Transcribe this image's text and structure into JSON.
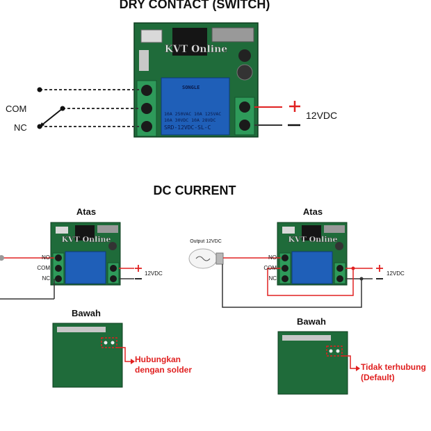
{
  "titles": {
    "dry_contact": "DRY CONTACT (SWITCH)",
    "dc_current": "DC CURRENT"
  },
  "top": {
    "com_label": "COM",
    "nc_label": "NC",
    "voltage_label": "12VDC",
    "watermark": "KVT Online",
    "relay_brand": "SONGLE",
    "relay_line1": "10A 250VAC 10A 125VAC",
    "relay_line2": "10A  30VDC 10A  28VDC",
    "relay_model": "SRD-12VDC-SL-C"
  },
  "left": {
    "top_heading": "Atas",
    "bottom_heading": "Bawah",
    "no_label": "NO",
    "com_label": "COM",
    "nc_label": "NC",
    "voltage_label": "12VDC",
    "watermark": "KVT Online",
    "note_line1": "Hubungkan",
    "note_line2": "dengan solder"
  },
  "right": {
    "top_heading": "Atas",
    "bottom_heading": "Bawah",
    "bulb_label": "Output 12VDC",
    "no_label": "NO",
    "com_label": "COM",
    "nc_label": "NC",
    "voltage_label": "12VDC",
    "watermark": "KVT Online",
    "note_line1": "Tidak terhubung",
    "note_line2": "(Default)"
  },
  "colors": {
    "pcb": "#1f6b3a",
    "relay": "#1f5fb8",
    "terminal": "#2e9a5a",
    "wire_red": "#e02020",
    "wire_dark": "#333333",
    "note_red": "#e02020"
  }
}
